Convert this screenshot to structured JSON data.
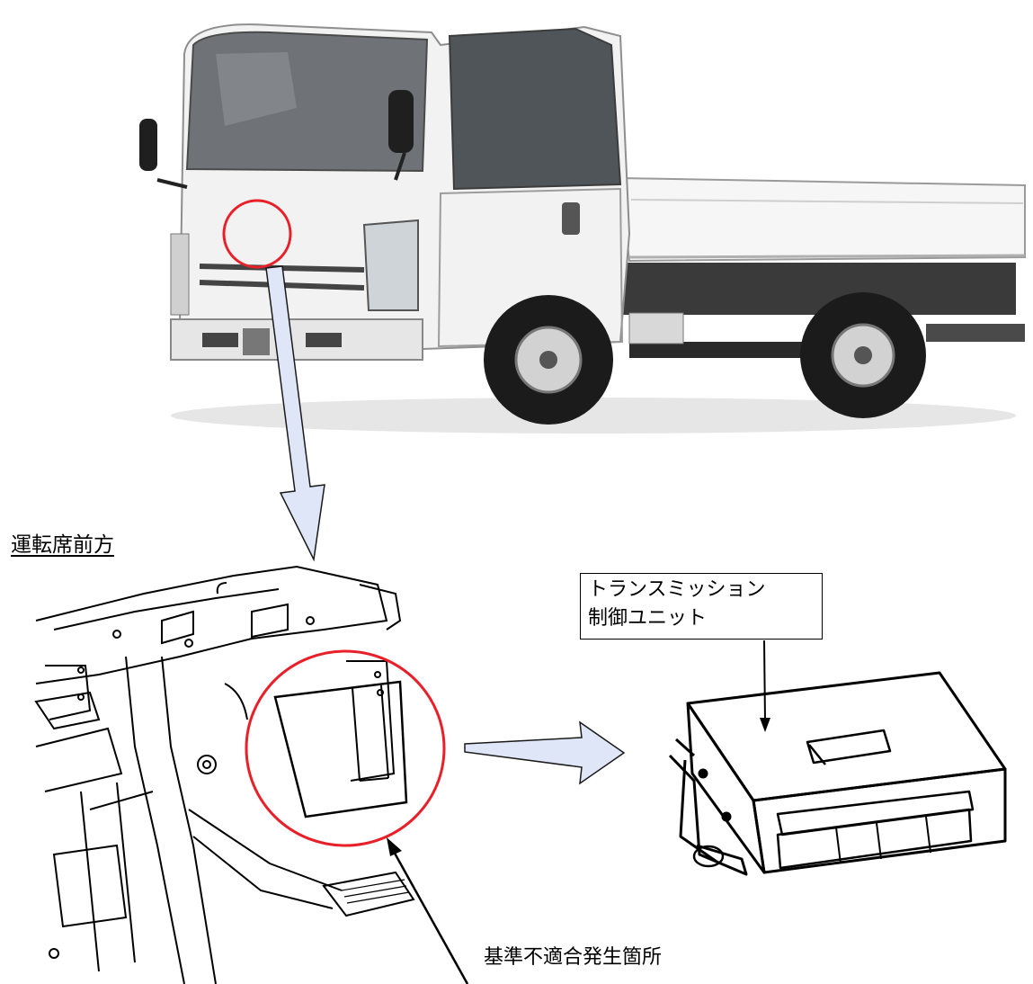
{
  "labels": {
    "section": "運転席前方",
    "callout_line1": "トランスミッション",
    "callout_line2": "制御ユニット",
    "defect_location": "基準不適合発生箇所"
  },
  "colors": {
    "highlight_circle": "#e8202a",
    "pointer_arrow_fill": "#dfe6f7",
    "pointer_arrow_stroke": "#1a1a1a",
    "line_art": "#000000",
    "truck_body": "#f4f4f4"
  },
  "icons": {
    "truck": "truck-photo",
    "dashboard": "dashboard-line-drawing",
    "ecu": "control-unit-drawing"
  }
}
